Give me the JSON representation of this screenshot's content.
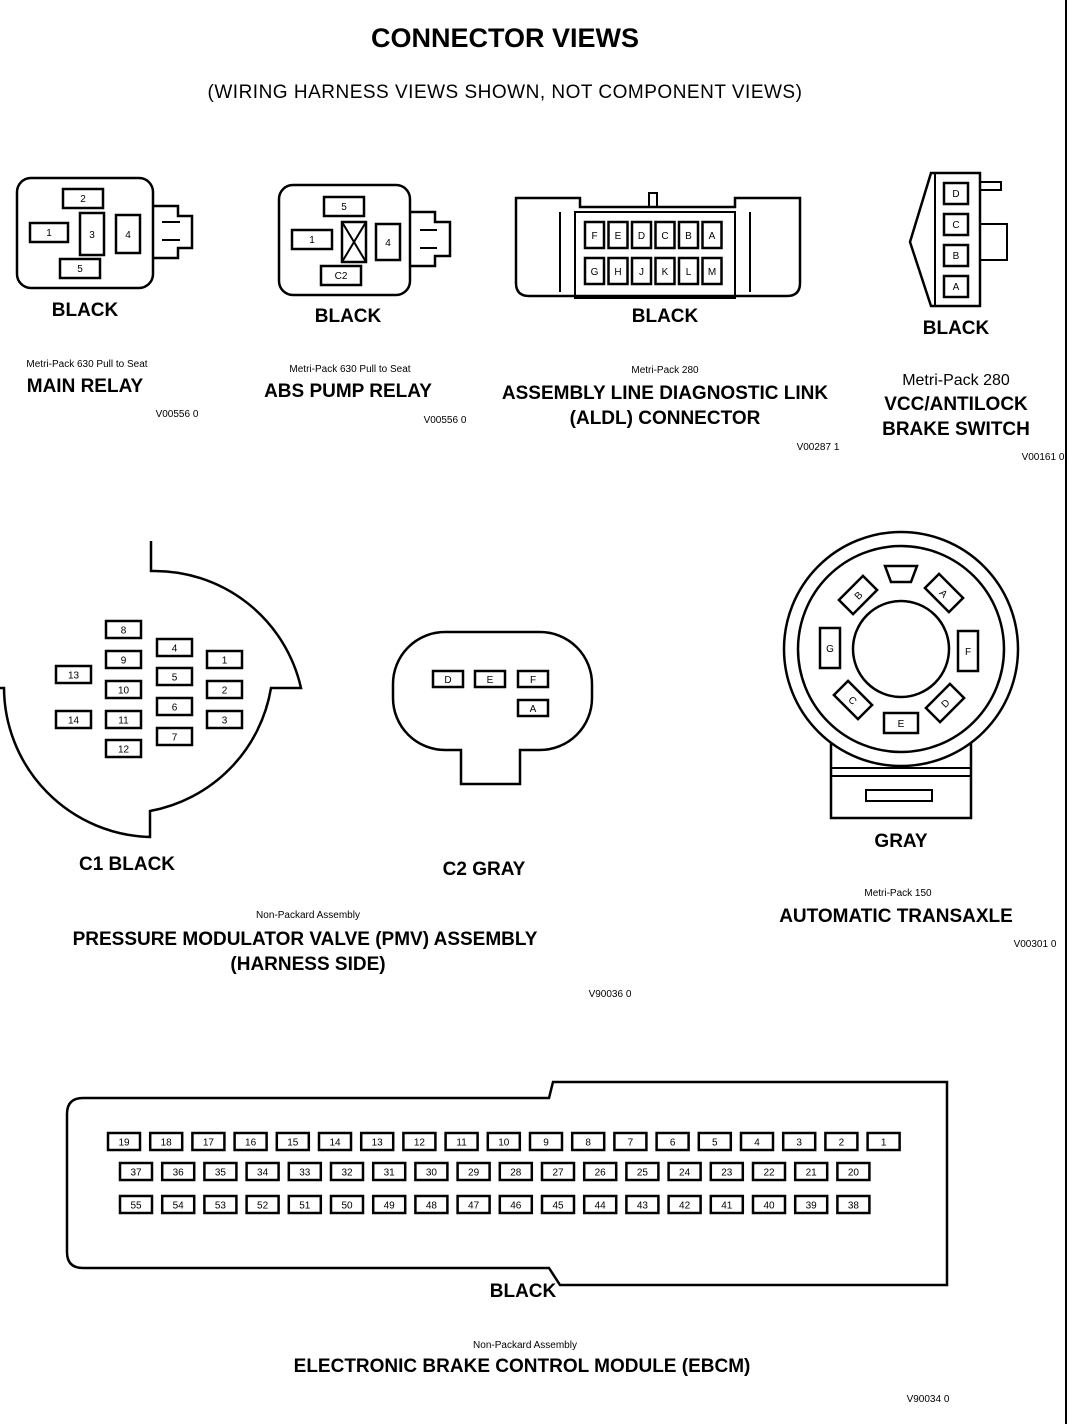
{
  "header": {
    "title": "CONNECTOR VIEWS",
    "subtitle": "(WIRING HARNESS VIEWS SHOWN, NOT COMPONENT VIEWS)"
  },
  "main_relay": {
    "pins": [
      "2",
      "1",
      "3",
      "4",
      "5"
    ],
    "color": "BLACK",
    "type": "Metri-Pack 630 Pull to Seat",
    "name": "MAIN RELAY",
    "code": "V00556 0"
  },
  "abs_pump_relay": {
    "pins": [
      "5",
      "1",
      "4",
      "C2"
    ],
    "color": "BLACK",
    "type": "Metri-Pack 630 Pull to Seat",
    "name": "ABS PUMP RELAY",
    "code": "V00556 0"
  },
  "aldl": {
    "top_pins": [
      "F",
      "E",
      "D",
      "C",
      "B",
      "A"
    ],
    "bottom_pins": [
      "G",
      "H",
      "J",
      "K",
      "L",
      "M"
    ],
    "color": "BLACK",
    "type": "Metri-Pack 280",
    "name_line1": "ASSEMBLY LINE DIAGNOSTIC LINK",
    "name_line2": "(ALDL) CONNECTOR",
    "code": "V00287 1"
  },
  "vcc_switch": {
    "pins": [
      "D",
      "C",
      "B",
      "A"
    ],
    "color": "BLACK",
    "type": "Metri-Pack 280",
    "name_line1": "VCC/ANTILOCK",
    "name_line2": "BRAKE SWITCH",
    "code": "V00161 0"
  },
  "pmv": {
    "c1_pins": [
      "8",
      "9",
      "10",
      "11",
      "12",
      "4",
      "5",
      "6",
      "7",
      "1",
      "2",
      "3",
      "13",
      "14"
    ],
    "c1_label": "C1  BLACK",
    "c2_pins": [
      "D",
      "E",
      "F",
      "A"
    ],
    "c2_label": "C2  GRAY",
    "type": "Non-Packard Assembly",
    "name_line1": "PRESSURE MODULATOR VALVE (PMV) ASSEMBLY",
    "name_line2": "(HARNESS SIDE)",
    "code": "V90036 0"
  },
  "transaxle": {
    "pins": [
      "B",
      "A",
      "G",
      "F",
      "C",
      "D",
      "E"
    ],
    "color": "GRAY",
    "type": "Metri-Pack 150",
    "name": "AUTOMATIC TRANSAXLE",
    "code": "V00301 0"
  },
  "ebcm": {
    "row1": [
      "19",
      "18",
      "17",
      "16",
      "15",
      "14",
      "13",
      "12",
      "11",
      "10",
      "9",
      "8",
      "7",
      "6",
      "5",
      "4",
      "3",
      "2",
      "1"
    ],
    "row2": [
      "37",
      "36",
      "35",
      "34",
      "33",
      "32",
      "31",
      "30",
      "29",
      "28",
      "27",
      "26",
      "25",
      "24",
      "23",
      "22",
      "21",
      "20"
    ],
    "row3": [
      "55",
      "54",
      "53",
      "52",
      "51",
      "50",
      "49",
      "48",
      "47",
      "46",
      "45",
      "44",
      "43",
      "42",
      "41",
      "40",
      "39",
      "38"
    ],
    "color": "BLACK",
    "type": "Non-Packard Assembly",
    "name": "ELECTRONIC BRAKE CONTROL MODULE (EBCM)",
    "code": "V90034 0"
  }
}
